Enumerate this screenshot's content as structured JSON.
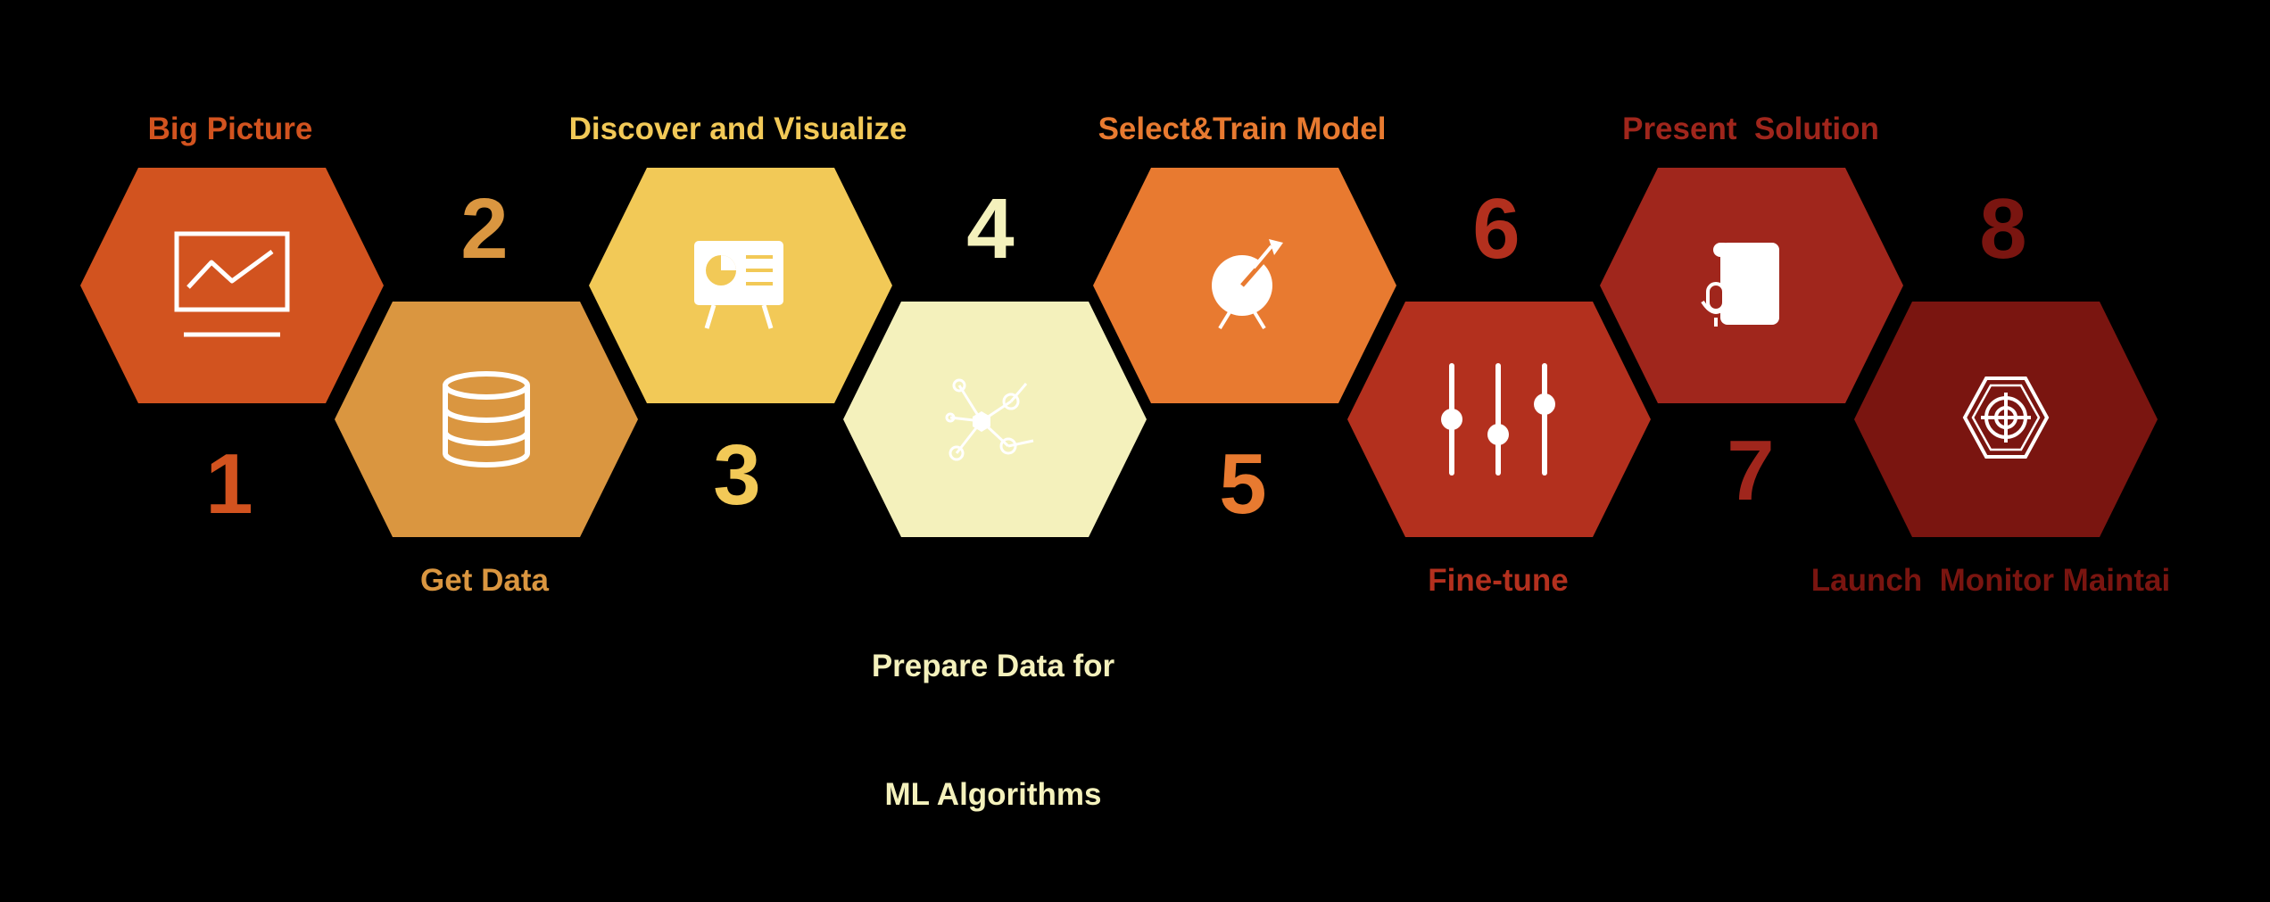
{
  "colors": {
    "background": "#000000",
    "step1": "#D2531F",
    "step2": "#DA9640",
    "step3": "#F2C957",
    "step4": "#F4F1BC",
    "step5": "#E87A30",
    "step6": "#B3301E",
    "step7": "#A0261C",
    "step8": "#7A1510"
  },
  "steps": [
    {
      "number": "1",
      "title": "Big Picture",
      "icon": "line-chart-monitor-icon"
    },
    {
      "number": "2",
      "title": "Get Data",
      "icon": "database-icon"
    },
    {
      "number": "3",
      "title": "Discover and Visualize",
      "icon": "presentation-board-icon"
    },
    {
      "number": "4",
      "title_line1": "Prepare Data for",
      "title_line2": "ML Algorithms",
      "icon": "network-nodes-icon"
    },
    {
      "number": "5",
      "title": "Select&Train Model",
      "icon": "target-dart-icon"
    },
    {
      "number": "6",
      "title": "Fine-tune",
      "icon": "sliders-icon"
    },
    {
      "number": "7",
      "title": "Present  Solution",
      "icon": "script-microphone-icon"
    },
    {
      "number": "8",
      "title": "Launch  Monitor Maintai",
      "icon": "hexagon-target-icon"
    }
  ]
}
